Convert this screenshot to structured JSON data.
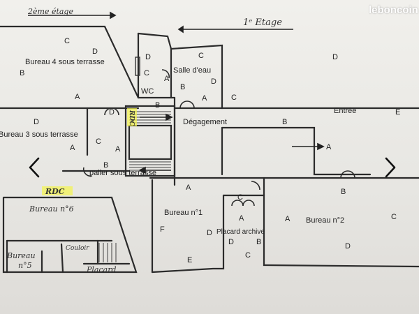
{
  "site": {
    "watermark": "leboncoin"
  },
  "viewer": {
    "prev_icon": "chevron-left-icon",
    "next_icon": "chevron-right-icon"
  },
  "plan": {
    "floor_headings": {
      "second": "2ème étage",
      "first": "1ᵉ Etage",
      "ground": "RDC"
    },
    "ground_marker": "RDC",
    "rooms": {
      "bureau4": "Bureau 4 sous terrasse",
      "bureau3": "Bureau 3 sous terrasse",
      "salle_eau": "Salle d'eau",
      "wc": "WC",
      "degagement": "Dégagement",
      "entree": "Entrée",
      "palier": "palier sous terrasse",
      "bureau1": "Bureau n°1",
      "placard_archive": "Placard archive",
      "bureau2": "Bureau n°2",
      "bureau6": "Bureau n°6",
      "bureau5_a": "Bureau",
      "bureau5_b": "n°5",
      "couloir": "Couloir",
      "placard": "Placard"
    },
    "wall_letters": {
      "b4_c": "C",
      "b4_d": "D",
      "b4_b": "B",
      "b4_a": "A",
      "wc_d": "D",
      "wc_c": "C",
      "se_c": "C",
      "se_a": "A",
      "se_b": "B",
      "se_d": "D",
      "se_a2": "A",
      "deg_c": "C",
      "deg_b": "B",
      "top_d": "D",
      "b3_d": "D",
      "b3_d2": "D",
      "b3_c": "C",
      "b3_a": "A",
      "b3_a2": "A",
      "b3_b": "B",
      "ent_e": "E",
      "ent_a": "A",
      "b1_a": "A",
      "b1_f": "F",
      "b1_d": "D",
      "b1_e": "E",
      "pl_c": "C",
      "pl_a": "A",
      "pl_d": "D",
      "pl_b": "B",
      "pl_c2": "C",
      "b2_b": "B",
      "b2_a": "A",
      "b2_c": "C",
      "b2_d": "D"
    }
  }
}
